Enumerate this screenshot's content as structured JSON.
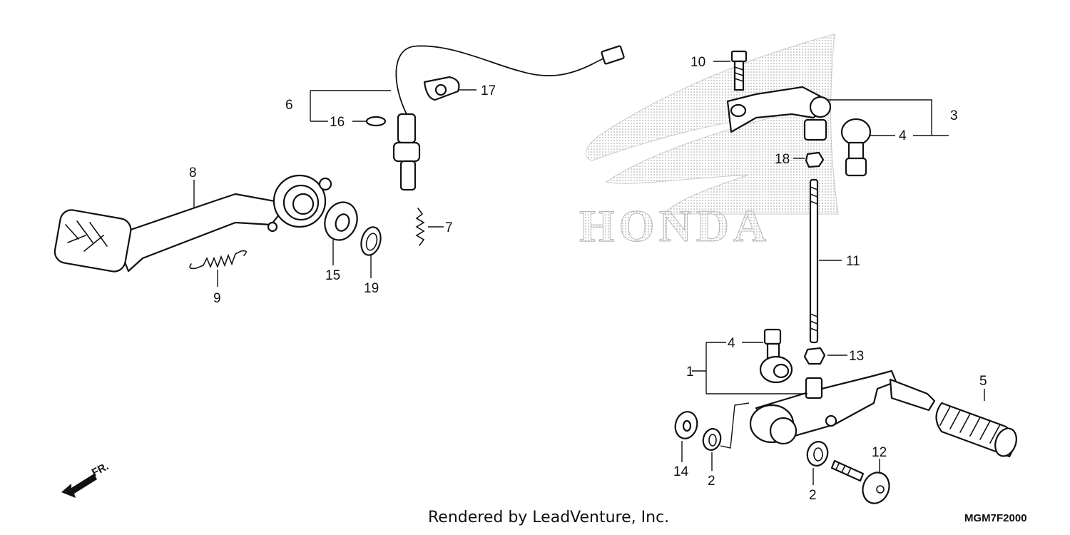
{
  "diagram": {
    "watermark": "HONDA",
    "footer": "Rendered by LeadVenture, Inc.",
    "diagram_code": "MGM7F2000",
    "direction_label": "FR."
  },
  "callouts": {
    "c1": "1",
    "c2a": "2",
    "c2b": "2",
    "c3": "3",
    "c4a": "4",
    "c4b": "4",
    "c5": "5",
    "c6": "6",
    "c7": "7",
    "c8": "8",
    "c9": "9",
    "c10": "10",
    "c11": "11",
    "c12": "12",
    "c13": "13",
    "c14": "14",
    "c15": "15",
    "c16": "16",
    "c17": "17",
    "c18": "18",
    "c19": "19"
  },
  "colors": {
    "line": "#111111",
    "watermark": "#b8b8b8",
    "background": "#ffffff"
  }
}
